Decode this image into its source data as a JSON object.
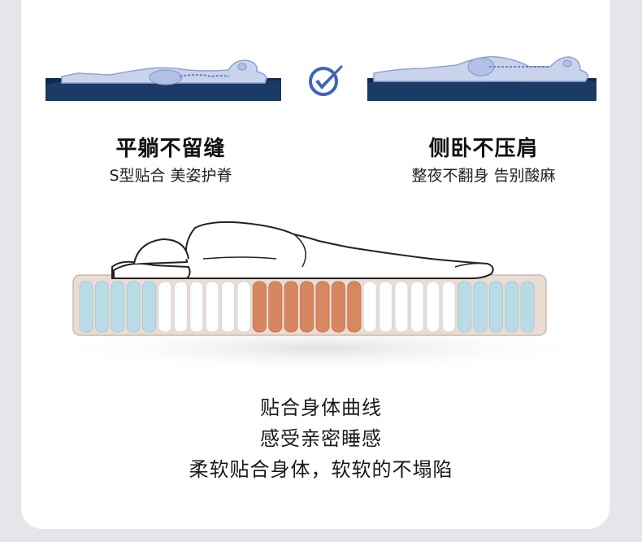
{
  "left_panel": {
    "title": "平躺不留缝",
    "subtitle": "S型贴合 美姿护脊",
    "illustration_icon": "lying-flat-body-icon"
  },
  "right_panel": {
    "title": "侧卧不压肩",
    "subtitle": "整夜不翻身 告别酸麻",
    "illustration_icon": "side-lying-body-icon"
  },
  "center_icon": "checkmark-icon",
  "mattress_illustration": {
    "icon": "side-sleeping-person-on-spring-mattress-icon",
    "zone_colors": {
      "edge": "#b9dbe6",
      "middle": "#ffffff",
      "hip": "#d7875f",
      "frame": "#e9dcd3"
    }
  },
  "captions": [
    "贴合身体曲线",
    "感受亲密睡感",
    "柔软贴合身体，软软的不塌陷"
  ],
  "colors": {
    "mattress_navy": "#0f2a4f",
    "body_fill": "#c9d3ec",
    "check_blue": "#3f63b8"
  }
}
